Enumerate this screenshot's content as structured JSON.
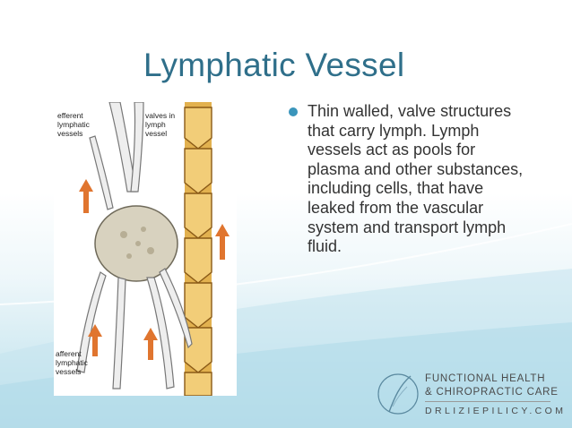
{
  "slide": {
    "title": "Lymphatic Vessel",
    "bullets": [
      "Thin walled, valve structures that carry lymph. Lymph vessels act as pools for plasma and other substances, including cells, that have leaked from the vascular system and transport lymph fluid."
    ]
  },
  "figure": {
    "labels": {
      "efferent_1": "efferent",
      "efferent_2": "lymphatic",
      "efferent_3": "vessels",
      "valves_1": "valves in",
      "valves_2": "lymph",
      "valves_3": "vessel",
      "afferent_1": "afferent",
      "afferent_2": "lymphatic",
      "afferent_3": "vessels"
    }
  },
  "logo": {
    "line1": "FUNCTIONAL HEALTH",
    "line2": "& CHIROPRACTIC CARE",
    "url": "DRLIZIEPILICY.COM"
  },
  "colors": {
    "title": "#2f6f8a",
    "bullet": "#3a95bb",
    "text": "#333333",
    "arrow": "#e0752f",
    "valve_vessel": "#e2b14f"
  }
}
